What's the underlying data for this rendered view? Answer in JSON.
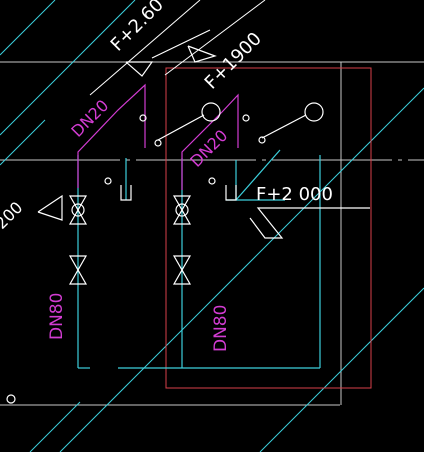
{
  "colors": {
    "background": "#000000",
    "cyan": "#3ccfdc",
    "magenta": "#d23cd2",
    "white": "#ffffff",
    "red": "#d8404a",
    "gray": "#c8c8c8"
  },
  "labels": {
    "elev_top_left": "F+2.60",
    "elev_top_right": "F+1900",
    "elev_mid": "F+2 000",
    "dn20_left": "DN20",
    "dn20_right": "DN20",
    "dn80_left": "DN80",
    "dn80_right": "DN80",
    "dim_left": "200"
  }
}
